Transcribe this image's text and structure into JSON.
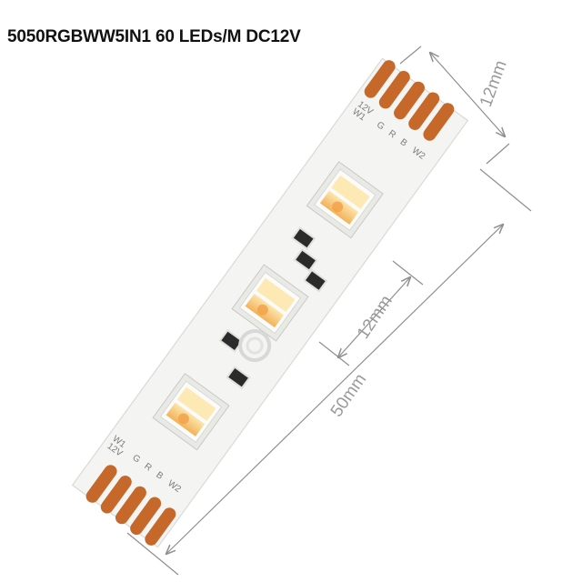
{
  "title": "5050RGBWW5IN1 60 LEDs/M  DC12V",
  "dimensions": {
    "width": "12mm",
    "cut_unit": "12mm",
    "length": "50mm"
  },
  "pad_labels": {
    "top": [
      "12V",
      "W1",
      "G",
      "R",
      "B",
      "W2"
    ],
    "bottom": [
      "12V",
      "W1",
      "G",
      "R",
      "B",
      "W2"
    ]
  },
  "colors": {
    "pcb": "#f4f4f2",
    "solder_pad": "#c5682a",
    "led_frame": "#e9e9e6",
    "warm_white": "#fbe1a0",
    "warm_white_hot": "#f3b259",
    "resistor": "#2b2b2b"
  }
}
